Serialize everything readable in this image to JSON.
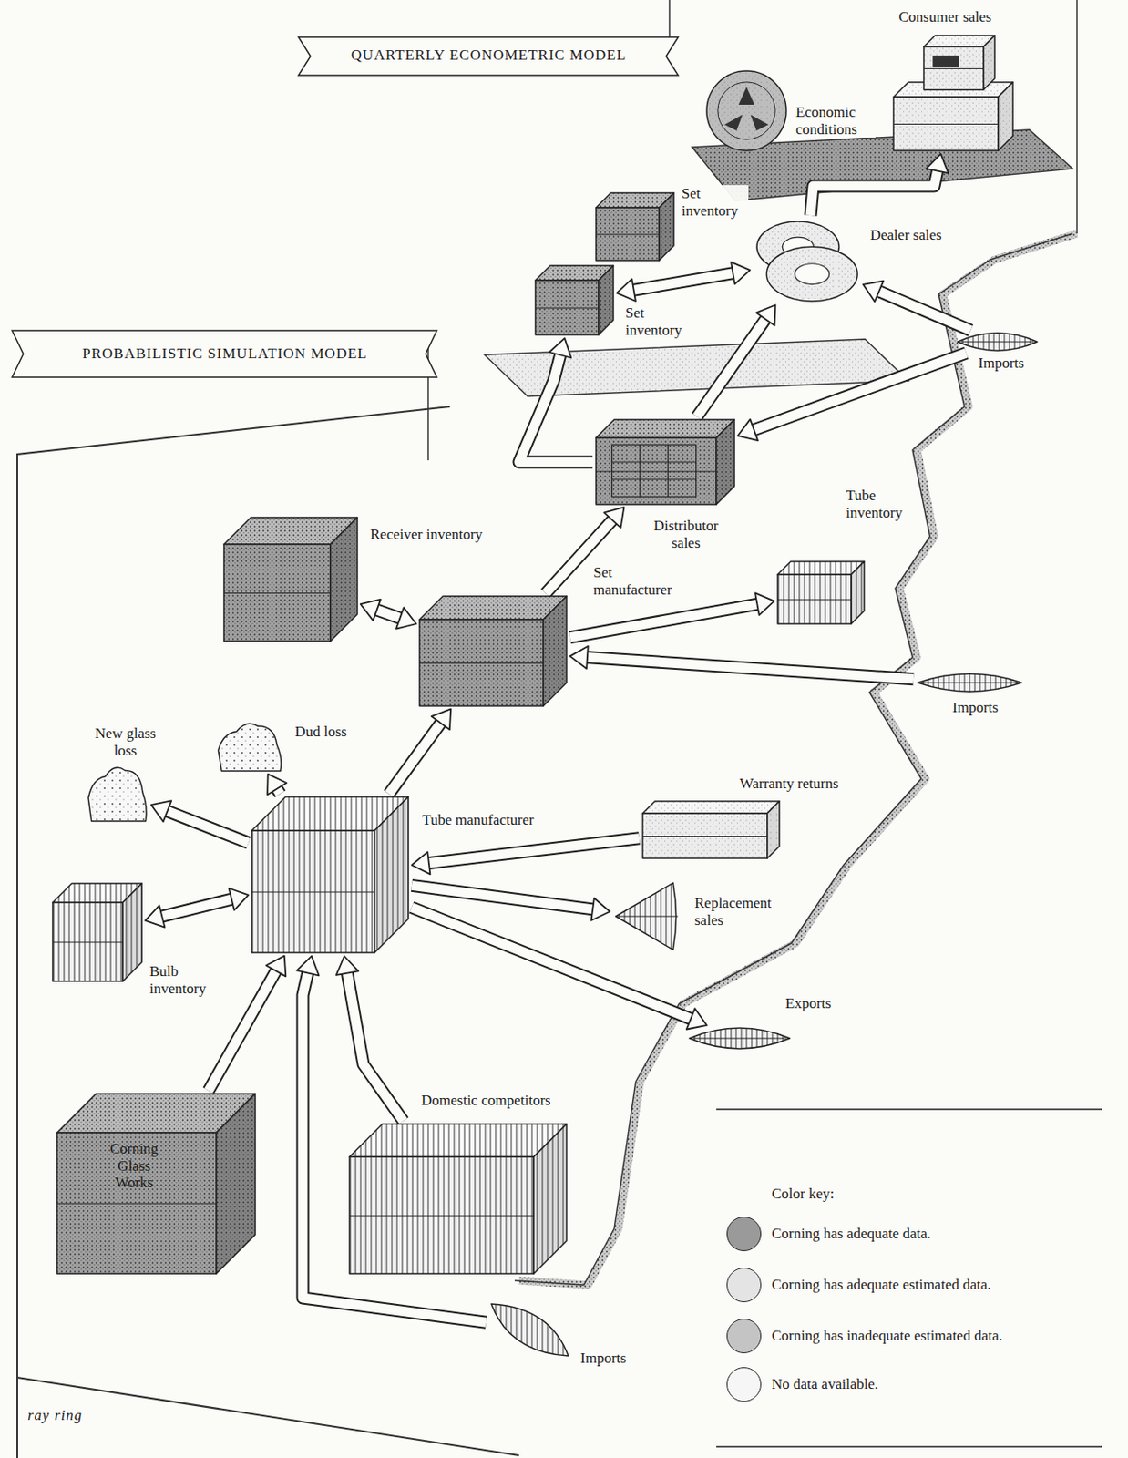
{
  "diagram": {
    "nodes": [
      {
        "text": [
          "Consumer sales"
        ]
      },
      {
        "text": [
          "Economic conditions"
        ]
      },
      {
        "text": [
          "Set inventory"
        ]
      },
      {
        "text": [
          "Dealer sales"
        ]
      },
      {
        "text": [
          "Set inventory"
        ]
      },
      {
        "text": [
          "Imports"
        ]
      },
      {
        "text": [
          "Distributor sales"
        ]
      },
      {
        "text": [
          "Receiver inventory"
        ]
      },
      {
        "text": [
          "Tube inventory"
        ]
      },
      {
        "text": [
          "Set manufacturer"
        ]
      },
      {
        "text": [
          "Imports"
        ]
      },
      {
        "text": [
          "New glass loss"
        ]
      },
      {
        "text": [
          "Dud loss"
        ]
      },
      {
        "text": [
          "Warranty returns"
        ]
      },
      {
        "text": [
          "Tube manufacturer"
        ]
      },
      {
        "text": [
          "Replacement sales"
        ]
      },
      {
        "text": [
          "Bulb inventory"
        ]
      },
      {
        "text": [
          "Exports"
        ]
      },
      {
        "text": [
          "Domestic competitors"
        ]
      },
      {
        "text": [
          "Corning Glass Works"
        ]
      },
      {
        "text": [
          "Imports"
        ]
      }
    ],
    "edges": [
      {
        "from": 19,
        "to": 14,
        "arrow": "to"
      },
      {
        "from": 18,
        "to": 14,
        "arrow": "to"
      },
      {
        "from": 20,
        "to": 14,
        "arrow": "to"
      },
      {
        "from": 16,
        "to": 14,
        "arrow": "both"
      },
      {
        "from": 14,
        "to": 11,
        "arrow": "to"
      },
      {
        "from": 14,
        "to": 12,
        "arrow": "to"
      },
      {
        "from": 13,
        "to": 14,
        "arrow": "to"
      },
      {
        "from": 14,
        "to": 15,
        "arrow": "to"
      },
      {
        "from": 14,
        "to": 17,
        "arrow": "to"
      },
      {
        "from": 14,
        "to": 9,
        "arrow": "to"
      },
      {
        "from": 7,
        "to": 9,
        "arrow": "both"
      },
      {
        "from": 9,
        "to": 8,
        "arrow": "to"
      },
      {
        "from": 10,
        "to": 9,
        "arrow": "to"
      },
      {
        "from": 9,
        "to": 6,
        "arrow": "to"
      },
      {
        "from": 6,
        "to": 4,
        "arrow": "to"
      },
      {
        "from": 6,
        "to": 3,
        "arrow": "to"
      },
      {
        "from": 5,
        "to": 6,
        "arrow": "to"
      },
      {
        "from": 5,
        "to": 3,
        "arrow": "to"
      },
      {
        "from": 4,
        "to": 3,
        "arrow": "both"
      },
      {
        "from": 3,
        "to": 0,
        "arrow": "to"
      }
    ],
    "labels": [
      "QUARTERLY ECONOMETRIC MODEL",
      "PROBABILISTIC SIMULATION MODEL",
      "Color key:",
      "ray ring"
    ],
    "legend": [
      {
        "text": "Corning has adequate data.",
        "color": "#9a9a9a"
      },
      {
        "text": "Corning has adequate estimated data.",
        "color": "#e4e4e4"
      },
      {
        "text": "Corning has inadequate estimated data.",
        "color": "#c4c4c4"
      },
      {
        "text": "No data available.",
        "color": "#f6f6f6"
      }
    ]
  }
}
